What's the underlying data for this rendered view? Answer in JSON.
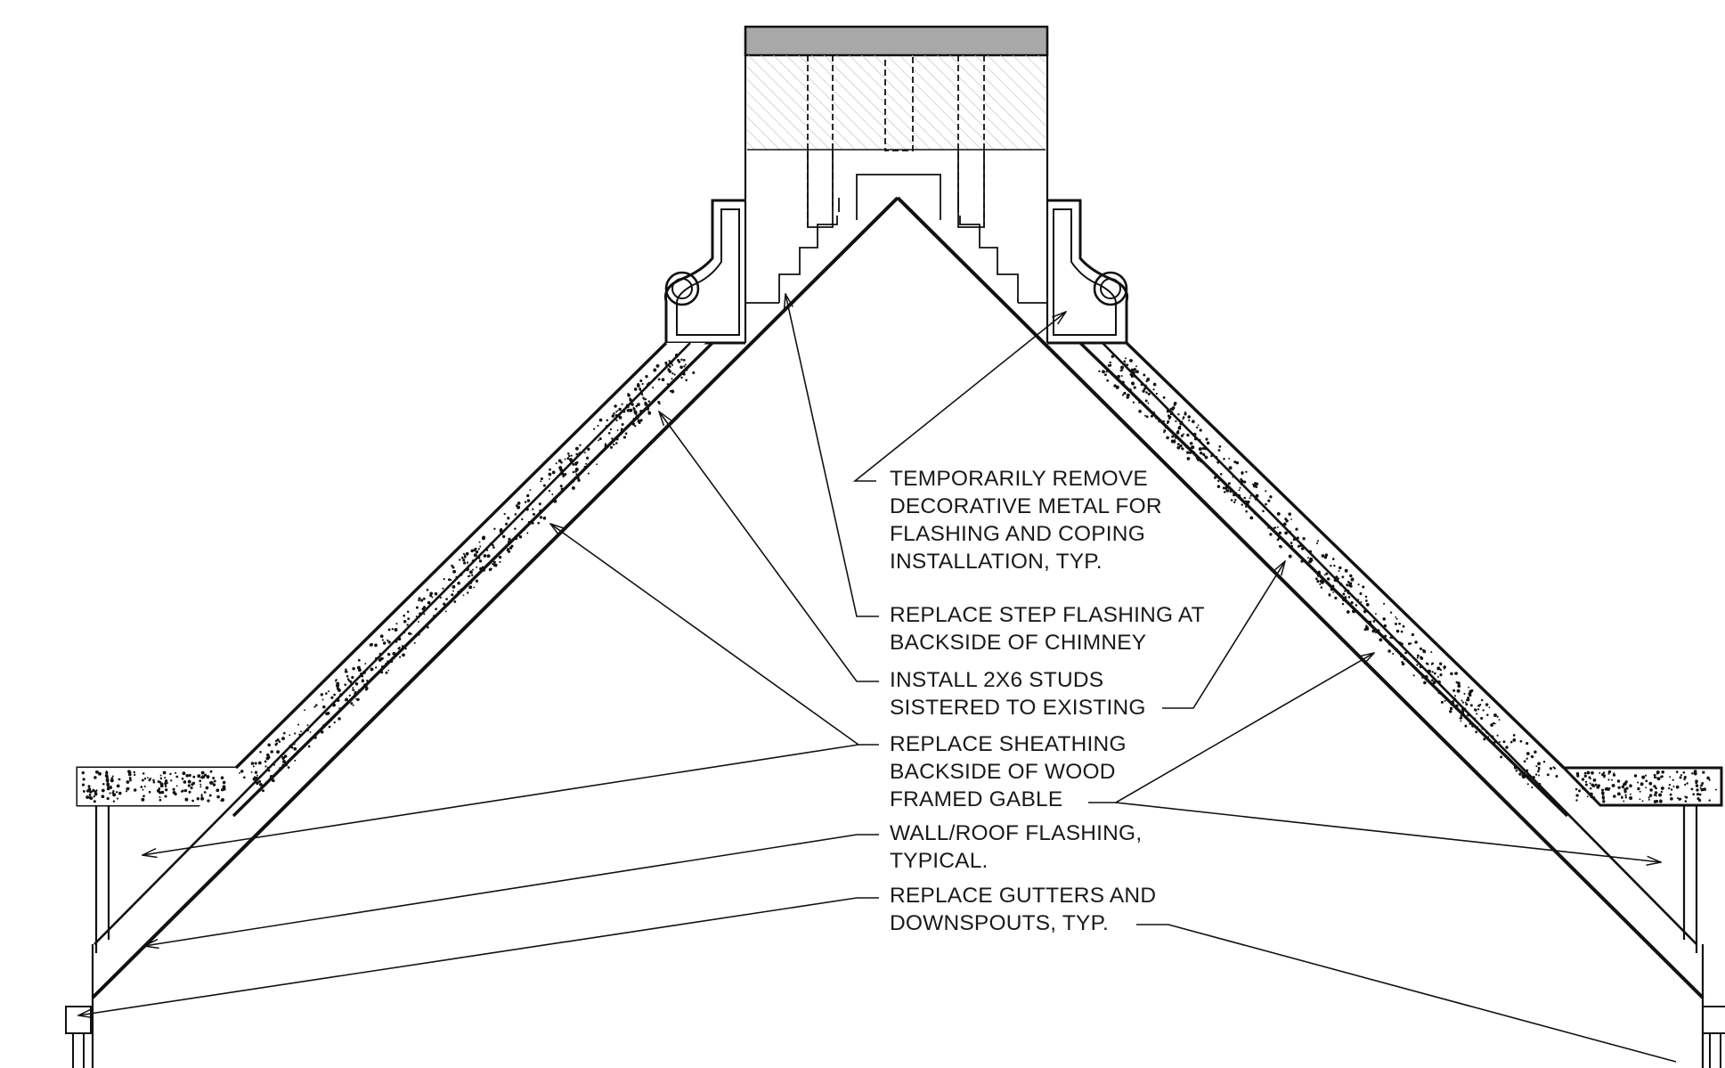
{
  "notes": [
    {
      "id": "temp-remove",
      "lines": [
        "TEMPORARILY REMOVE",
        "DECORATIVE METAL FOR",
        "FLASHING AND COPING",
        "INSTALLATION, TYP."
      ]
    },
    {
      "id": "step-flashing",
      "lines": [
        "REPLACE STEP FLASHING AT",
        "BACKSIDE OF CHIMNEY"
      ]
    },
    {
      "id": "studs",
      "lines": [
        "INSTALL 2X6 STUDS",
        "SISTERED TO EXISTING"
      ]
    },
    {
      "id": "sheathing",
      "lines": [
        "REPLACE SHEATHING",
        "BACKSIDE OF WOOD",
        "FRAMED GABLE"
      ]
    },
    {
      "id": "wall-roof-flashing",
      "lines": [
        "WALL/ROOF FLASHING,",
        "TYPICAL."
      ]
    },
    {
      "id": "gutters",
      "lines": [
        "REPLACE GUTTERS AND",
        "DOWNSPOUTS, TYP."
      ]
    }
  ],
  "colors": {
    "line": "#111111",
    "coping": "#a8a8a8",
    "hatch": "#c4c4c4",
    "insulation_dots": "#111111"
  }
}
